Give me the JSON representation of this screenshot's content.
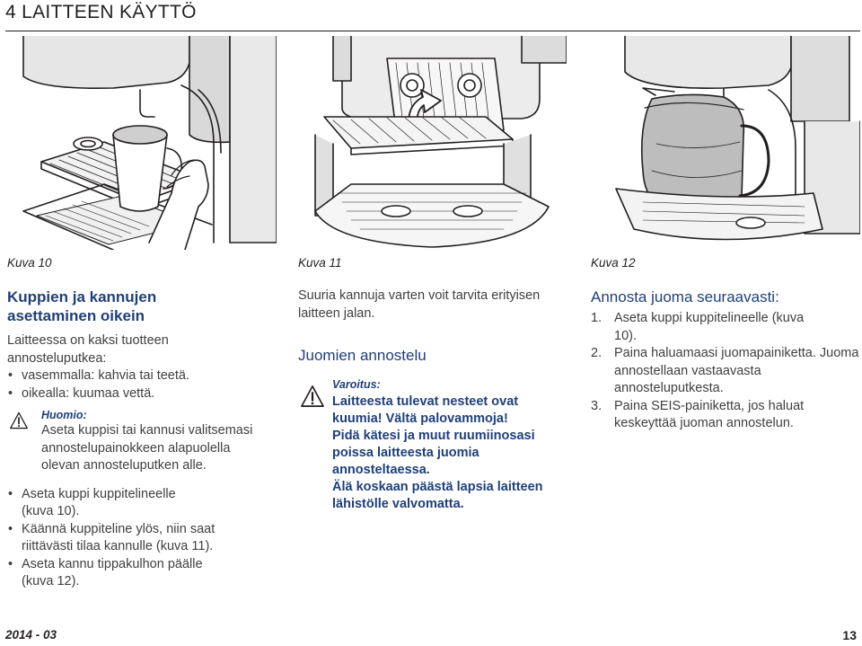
{
  "header": {
    "title": "4 LAITTEEN KÄYTTÖ"
  },
  "figures": [
    {
      "caption": "Kuva 10"
    },
    {
      "caption": "Kuva 11"
    },
    {
      "caption": "Kuva 12"
    }
  ],
  "col1": {
    "heading": "Kuppien ja kannujen asettaminen oikein",
    "intro": "Laitteessa on kaksi tuotteen annosteluputkea:",
    "bullets_a": [
      "vasemmalla: kahvia tai teetä.",
      "oikealla: kuumaa vettä."
    ],
    "note": {
      "title": "Huomio:",
      "text": "Aseta kuppisi tai kannusi valitsemasi annostelupainokkeen alapuolella olevan annosteluputken alle."
    },
    "bullets_b": [
      "Aseta kuppi kuppitelineelle (kuva 10).",
      "Käännä kuppiteline ylös, niin saat riittävästi tilaa kannulle (kuva 11).",
      "Aseta kannu tippakulhon päälle (kuva 12)."
    ]
  },
  "col2": {
    "intro": "Suuria kannuja varten voit tarvita erityisen laitteen jalan.",
    "heading": "Juomien annostelu",
    "warning": {
      "title": "Varoitus:",
      "lines": [
        "Laitteesta tulevat nesteet ovat kuumia! Vältä palovammoja!",
        "Pidä kätesi ja muut ruumiinosasi poissa laitteesta juomia annosteltaessa.",
        "Älä koskaan päästä lapsia laitteen lähistölle valvomatta."
      ]
    }
  },
  "col3": {
    "heading": "Annosta juoma seuraavasti:",
    "steps": [
      {
        "num": "1.",
        "text": "Aseta kuppi kuppitelineelle (kuva 10)."
      },
      {
        "num": "2.",
        "text": "Paina haluamaasi juomapainiketta. Juoma annostellaan vastaavasta annosteluputkesta."
      },
      {
        "num": "3.",
        "text": "Paina SEIS-painiketta, jos haluat keskeyttää juoman annostelun."
      }
    ]
  },
  "footer": {
    "date": "2014 - 03",
    "page": "13"
  },
  "icons": {
    "warning": "warning-triangle-icon",
    "arrow": "curved-up-arrow-icon"
  }
}
